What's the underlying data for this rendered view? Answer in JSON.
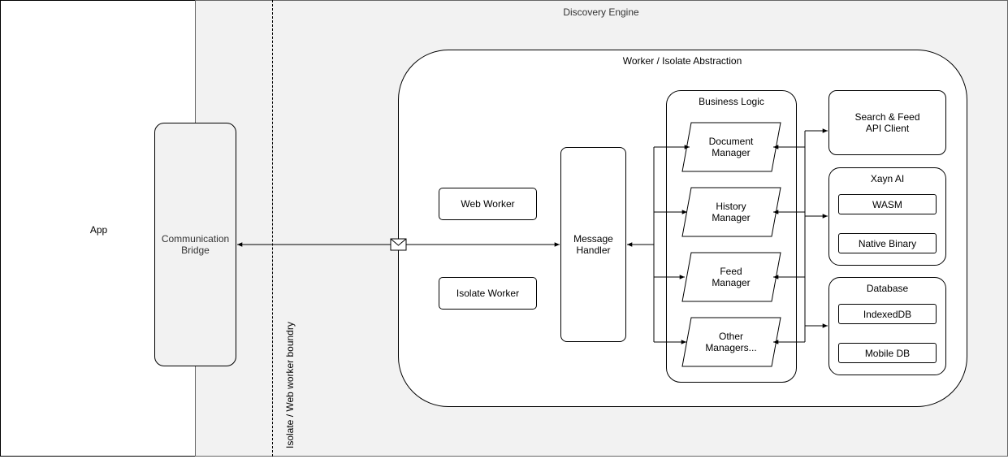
{
  "app": {
    "label": "App"
  },
  "engine": {
    "title": "Discovery Engine"
  },
  "bridge": {
    "label": "Communication\nBridge"
  },
  "boundary": {
    "label": "Isolate / Web worker boundry"
  },
  "abstraction": {
    "title": "Worker / Isolate Abstraction"
  },
  "workers": {
    "web": "Web Worker",
    "isolate": "Isolate Worker"
  },
  "message_handler": {
    "label": "Message\nHandler"
  },
  "business_logic": {
    "title": "Business Logic",
    "managers": [
      {
        "label": "Document\nManager"
      },
      {
        "label": "History\nManager"
      },
      {
        "label": "Feed\nManager"
      },
      {
        "label": "Other\nManagers..."
      }
    ]
  },
  "api_client": {
    "label": "Search & Feed\nAPI Client"
  },
  "xayn_ai": {
    "title": "Xayn AI",
    "items": [
      "WASM",
      "Native Binary"
    ]
  },
  "database": {
    "title": "Database",
    "items": [
      "IndexedDB",
      "Mobile DB"
    ]
  },
  "colors": {
    "stroke": "#000000",
    "engine_bg": "#f2f2f2",
    "bridge_bg": "#f2f2f2",
    "box_bg": "#ffffff"
  }
}
